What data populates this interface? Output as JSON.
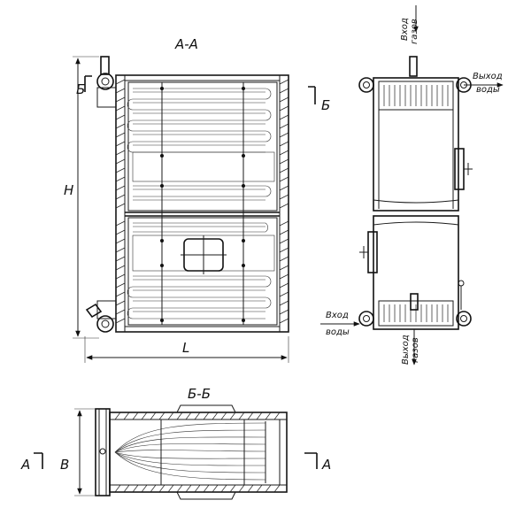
{
  "views": {
    "section_aa_title": "А-А",
    "section_bb_title": "Б-Б"
  },
  "cut_marks": {
    "b": "Б",
    "a": "А"
  },
  "dimensions": {
    "height": "H",
    "length": "L",
    "width": "B"
  },
  "flows": {
    "gas_in_line1": "Вход",
    "gas_in_line2": "газов",
    "gas_out_line1": "Выход",
    "gas_out_line2": "газов",
    "water_out_line1": "Выход",
    "water_out_line2": "воды",
    "water_in_line1": "Вход",
    "water_in_line2": "воды"
  }
}
